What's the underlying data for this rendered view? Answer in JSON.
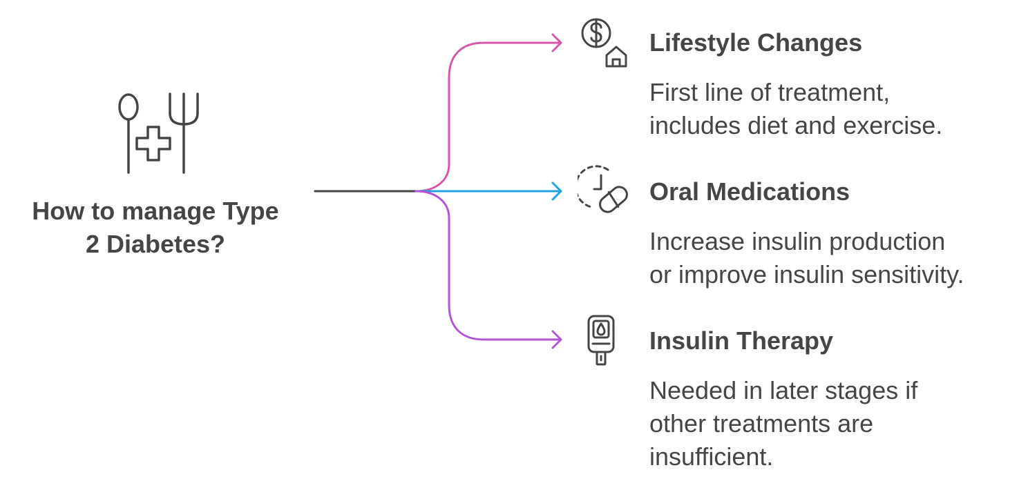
{
  "root": {
    "title_line1": "How to manage Type",
    "title_line2": "2 Diabetes?",
    "icon": "utensils-medical-cross-icon"
  },
  "branches": [
    {
      "title": "Lifestyle Changes",
      "desc_line1": "First line of treatment,",
      "desc_line2": "includes diet and exercise.",
      "icon": "money-home-icon",
      "color": "#D656A8"
    },
    {
      "title": "Oral Medications",
      "desc_line1": "Increase insulin production",
      "desc_line2": "or improve insulin sensitivity.",
      "icon": "clock-pill-icon",
      "color": "#1FA3DC"
    },
    {
      "title": "Insulin Therapy",
      "desc_line1": "Needed in later stages if",
      "desc_line2": "other treatments are",
      "desc_line3": "insufficient.",
      "icon": "glucose-meter-icon",
      "color": "#B256D6"
    }
  ],
  "colors": {
    "text": "#454545",
    "trunk": "#454545"
  }
}
